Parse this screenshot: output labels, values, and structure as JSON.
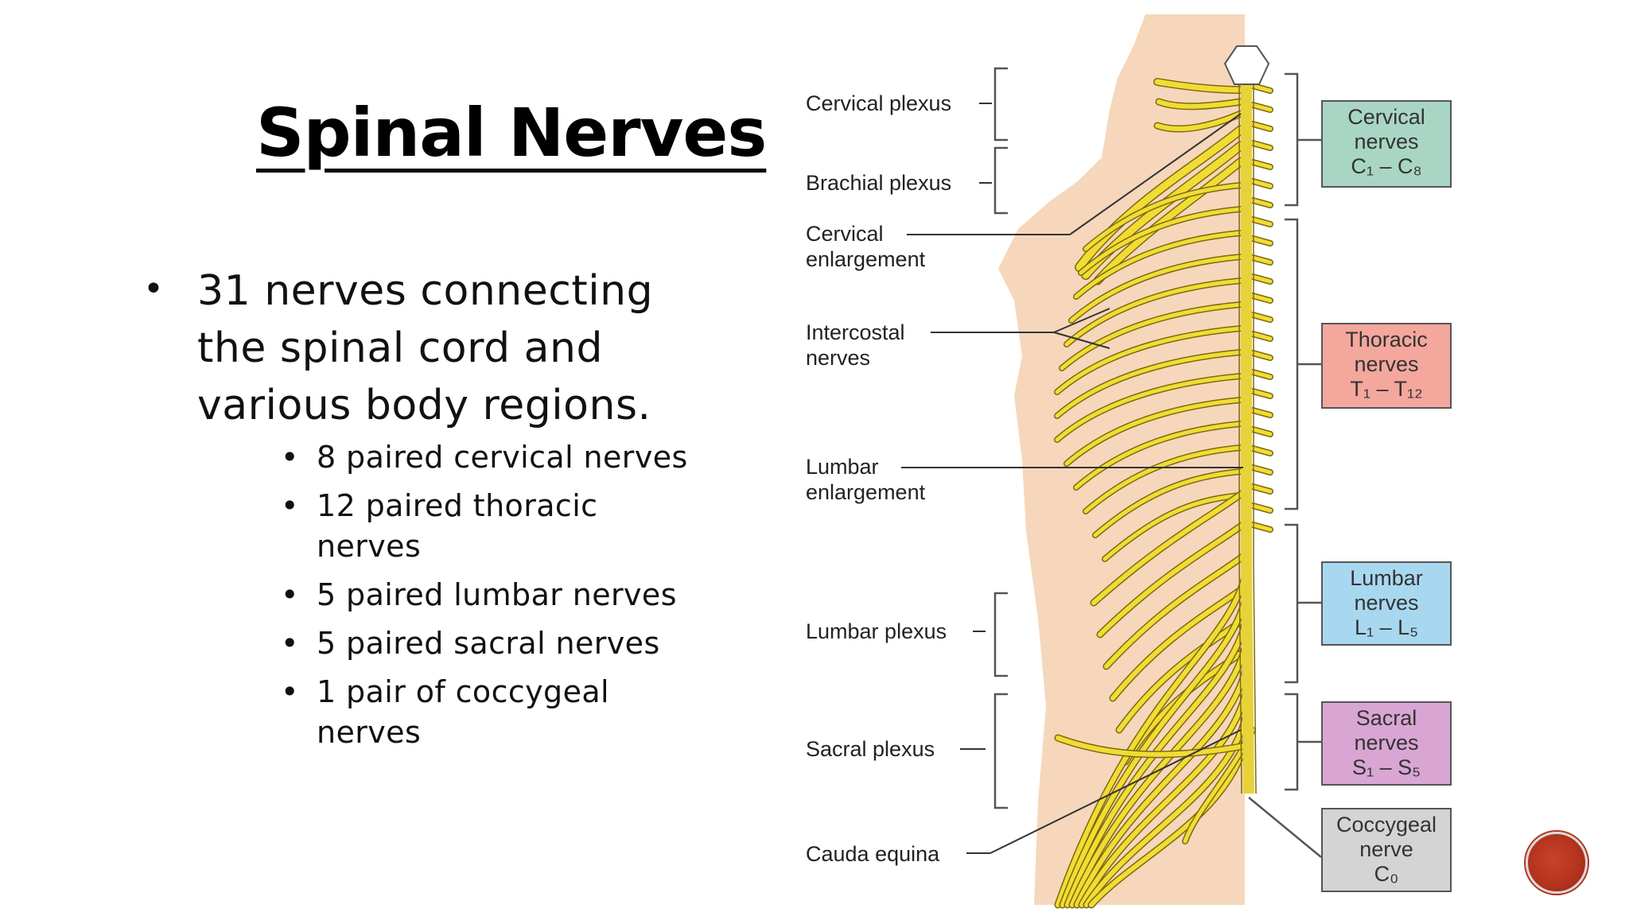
{
  "slide": {
    "title": "Spinal Nerves",
    "main_bullet": "31 nerves connecting the spinal cord and various body regions.",
    "sub_bullets": [
      "8 paired cervical nerves",
      "12 paired thoracic nerves",
      "5 paired lumbar nerves",
      "5 paired sacral nerves",
      "1 pair of coccygeal nerves"
    ],
    "bullet_glyph": "•"
  },
  "figure": {
    "left_labels": {
      "cervical_plexus": "Cervical plexus",
      "brachial_plexus": "Brachial plexus",
      "cervical_enlargement": [
        "Cervical",
        "enlargement"
      ],
      "intercostal_nerves": [
        "Intercostal",
        "nerves"
      ],
      "lumbar_enlargement": [
        "Lumbar",
        "enlargement"
      ],
      "lumbar_plexus": "Lumbar plexus",
      "sacral_plexus": "Sacral plexus",
      "cauda_equina": "Cauda equina"
    },
    "boxes": [
      {
        "lines": [
          "Cervical",
          "nerves",
          "C₁ – C₈"
        ],
        "color": "#a9d6c4"
      },
      {
        "lines": [
          "Thoracic",
          "nerves",
          "T₁ – T₁₂"
        ],
        "color": "#f4a79d"
      },
      {
        "lines": [
          "Lumbar",
          "nerves",
          "L₁ – L₅"
        ],
        "color": "#a8d8f0"
      },
      {
        "lines": [
          "Sacral",
          "nerves",
          "S₁ – S₅"
        ],
        "color": "#d9a6d4"
      },
      {
        "lines": [
          "Coccygeal",
          "nerve",
          "C₀"
        ],
        "color": "#d4d4d4"
      }
    ],
    "colors": {
      "body": "#f6d7bb",
      "nerve": "#f2dc33",
      "nerve_outline": "#7a6a10",
      "bracket": "#555555"
    }
  }
}
